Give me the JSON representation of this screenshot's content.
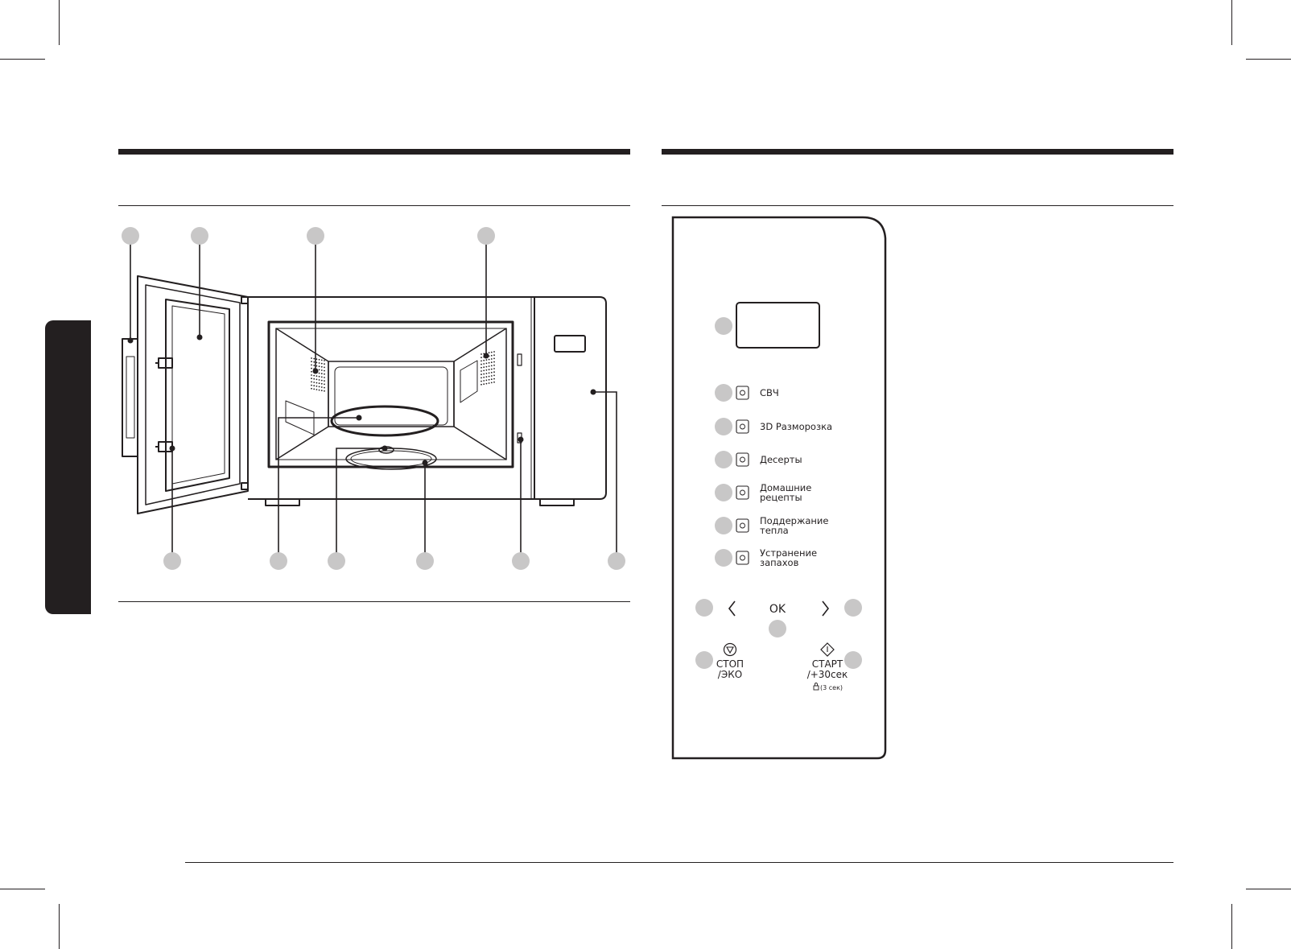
{
  "colors": {
    "ink": "#231f20",
    "callout": "#c8c7c7",
    "paper": "#ffffff"
  },
  "panel": {
    "modes": [
      {
        "label_lines": [
          "СВЧ"
        ],
        "icon": "microwave-waves-icon"
      },
      {
        "label_lines": [
          "3D Разморозка"
        ],
        "icon": "snowflake-drop-icon"
      },
      {
        "label_lines": [
          "Десерты"
        ],
        "icon": "cupcake-icon"
      },
      {
        "label_lines": [
          "Домашние",
          "рецепты"
        ],
        "icon": "chef-hat-icon"
      },
      {
        "label_lines": [
          "Поддержание",
          "тепла"
        ],
        "icon": "steaming-bowl-icon"
      },
      {
        "label_lines": [
          "Устранение",
          "запахов"
        ],
        "icon": "deodorize-icon"
      }
    ],
    "ok_label": "OK",
    "stop": {
      "label_lines": [
        "СТОП",
        "/ЭКО"
      ],
      "icon": "stop-triangle-icon"
    },
    "start": {
      "label_lines": [
        "СТАРТ",
        "/+30сек"
      ],
      "icon": "start-diamond-icon",
      "lock_hint": "(3 сек)",
      "lock_icon": "lock-icon"
    }
  }
}
